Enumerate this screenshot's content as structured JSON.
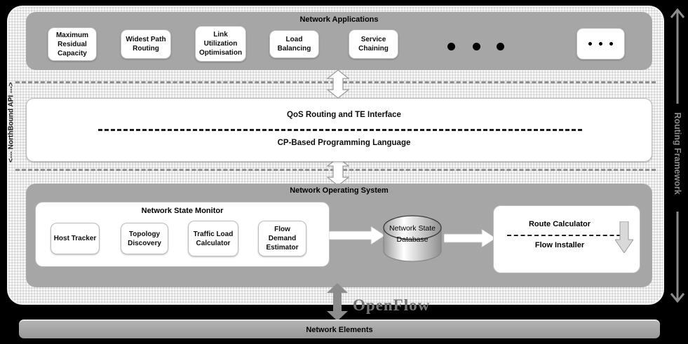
{
  "diagram": {
    "applications": {
      "title": "Network Applications",
      "boxes": [
        "Maximum Residual Capacity",
        "Widest Path Routing",
        "Link Utilization Optimisation",
        "Load Balancing",
        "Service Chaining"
      ]
    },
    "northbound_api": {
      "label": "<--- NorthBound API --->"
    },
    "interface_layer": {
      "top_label": "QoS Routing and TE Interface",
      "bottom_label": "CP-Based Programming Language"
    },
    "nos": {
      "title": "Network Operating System",
      "monitor": {
        "title": "Network State Monitor",
        "boxes": [
          "Host Tracker",
          "Topology Discovery",
          "Traffic Load Calculator",
          "Flow Demand Estimator"
        ]
      },
      "database_label": "Network State Database",
      "route_calculator_label": "Route Calculator",
      "flow_installer_label": "Flow Installer"
    },
    "openflow_label": "OpenFlow",
    "network_elements": {
      "title": "Network Elements"
    },
    "routing_framework_label": "Routing Framework",
    "colors": {
      "page_bg": "#000000",
      "section_gray": "#a6a6a6",
      "texture_base": "#e7e7e7",
      "dashed_separator": "#8f8f8f",
      "arrow_gray": "#8c8c8c",
      "openflow_text": "#757575"
    }
  }
}
